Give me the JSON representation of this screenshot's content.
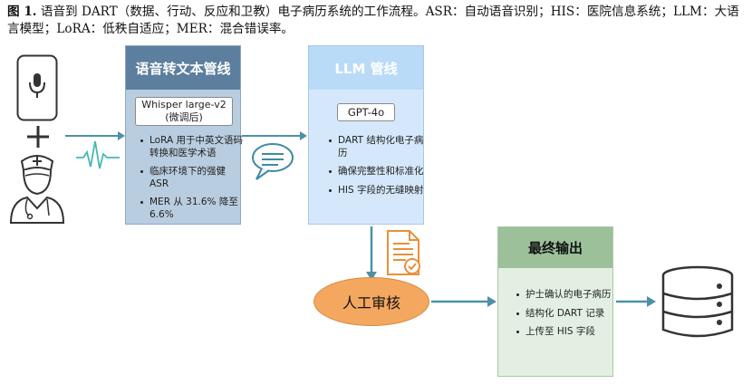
{
  "caption": {
    "figure_label": "图 1.",
    "text": "语音到 DART（数据、行动、反应和卫教）电子病历系统的工作流程。ASR：自动语音识别；HIS：医院信息系统；LLM：大语言模型；LoRA：低秩自适应；MER：混合错误率。"
  },
  "stt": {
    "title": "语音转文本管线",
    "model": "Whisper large-v2\n(微调后)",
    "bullets": [
      "LoRA 用于中英文语码转换和医学术语",
      "临床环境下的强健 ASR",
      "MER 从 31.6% 降至 6.6%"
    ]
  },
  "llm": {
    "title": "LLM 管线",
    "model": "GPT-4o",
    "bullets": [
      "DART 结构化电子病历",
      "确保完整性和标准化",
      "HIS 字段的无缝映射"
    ]
  },
  "review": {
    "label": "人工审核"
  },
  "final": {
    "title": "最终输出",
    "bullets": [
      "护士确认的电子病历",
      "结构化 DART 记录",
      "上传至 HIS 字段"
    ]
  },
  "colors": {
    "stt_header": "#5c7fa0",
    "stt_body": "#b9cde0",
    "llm_header": "#b9dbf8",
    "llm_body": "#d5e8fb",
    "final_header": "#9bc09a",
    "final_body": "#e3efe2",
    "review_fill": "#f4a75f",
    "arrow": "#4d91a8"
  },
  "icons": [
    "smartphone-microphone-icon",
    "plus-icon",
    "nurse-icon",
    "waveform-icon",
    "speech-bubble-icon",
    "document-check-icon",
    "database-icon"
  ]
}
